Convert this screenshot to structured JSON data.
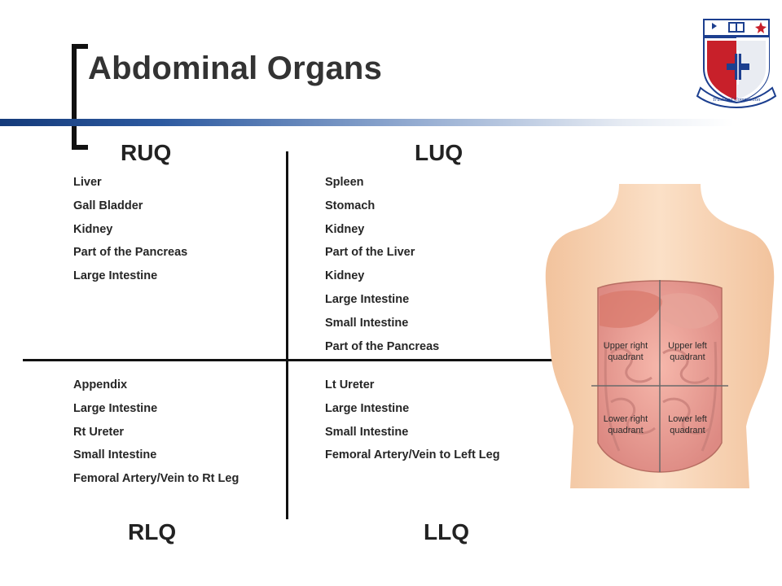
{
  "title": "Abdominal Organs",
  "crest": {
    "motto": "Trust and Compassion"
  },
  "quadrants": {
    "ruq": {
      "heading": "RUQ",
      "items": [
        "Liver",
        "Gall Bladder",
        "Kidney",
        "Part of the Pancreas",
        "Large Intestine"
      ]
    },
    "luq": {
      "heading": "LUQ",
      "items": [
        "Spleen",
        "Stomach",
        "Kidney",
        "Part of the Liver",
        "Kidney",
        "Large Intestine",
        "Small Intestine",
        "Part of the Pancreas"
      ]
    },
    "rlq": {
      "heading": "RLQ",
      "items": [
        "Appendix",
        "Large Intestine",
        "Rt Ureter",
        "Small Intestine",
        "Femoral Artery/Vein to Rt Leg"
      ]
    },
    "llq": {
      "heading": "LLQ",
      "items": [
        "Lt Ureter",
        "Large Intestine",
        "Small Intestine",
        "Femoral Artery/Vein to Left Leg"
      ]
    }
  },
  "figure": {
    "upper_right": [
      "Upper right",
      "quadrant"
    ],
    "upper_left": [
      "Upper left",
      "quadrant"
    ],
    "lower_right": [
      "Lower right",
      "quadrant"
    ],
    "lower_left": [
      "Lower left",
      "quadrant"
    ]
  },
  "colors": {
    "title_text": "#333333",
    "rule_dark": "#143a7a",
    "crest_red": "#c8202a",
    "crest_blue": "#1c3f8f",
    "skin": "#f6d2b0"
  }
}
